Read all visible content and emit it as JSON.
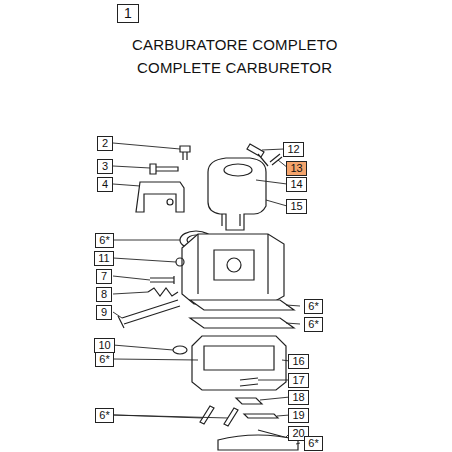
{
  "diagram": {
    "title": "CARBURATORE COMPLETO",
    "nodes": [
      {
        "text": [
          "1"
        ]
      },
      {
        "text": [
          "2"
        ]
      },
      {
        "text": [
          "12"
        ]
      },
      {
        "text": [
          "3"
        ]
      },
      {
        "text": [
          "13"
        ]
      },
      {
        "text": [
          "14"
        ]
      },
      {
        "text": [
          "4"
        ]
      },
      {
        "text": [
          "15"
        ]
      },
      {
        "text": [
          "6*"
        ]
      },
      {
        "text": [
          "11"
        ]
      },
      {
        "text": [
          "7"
        ]
      },
      {
        "text": [
          "8"
        ]
      },
      {
        "text": [
          "6*"
        ]
      },
      {
        "text": [
          "9"
        ]
      },
      {
        "text": [
          "6*"
        ]
      },
      {
        "text": [
          "10"
        ]
      },
      {
        "text": [
          "6*"
        ]
      },
      {
        "text": [
          "16"
        ]
      },
      {
        "text": [
          "17"
        ]
      },
      {
        "text": [
          "18"
        ]
      },
      {
        "text": [
          "6*"
        ]
      },
      {
        "text": [
          "19"
        ]
      },
      {
        "text": [
          "20"
        ]
      },
      {
        "text": [
          "6*"
        ]
      }
    ],
    "labels": [
      "COMPLETE CARBURETOR"
    ]
  }
}
